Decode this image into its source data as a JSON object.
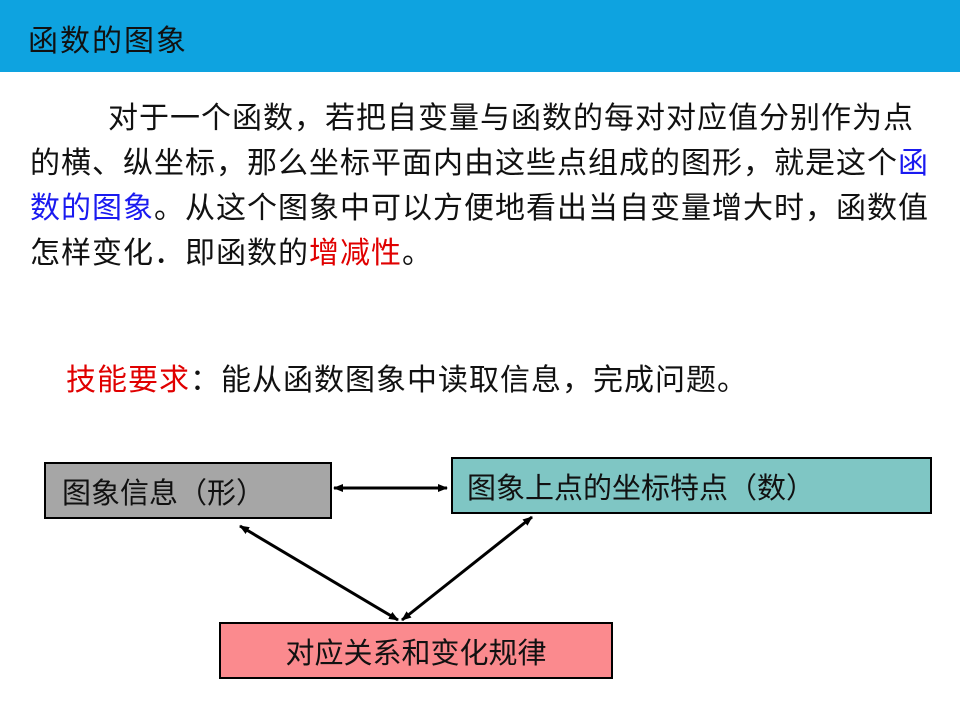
{
  "header": {
    "title": "函数的图象",
    "bar_color": "#0ea3e0"
  },
  "intro": {
    "text_before": "对于一个函数，若把自变量与函数的每对对应值分别作为点的横、纵坐标，那么坐标平面内由这些点组成的图形，就是这个",
    "highlight_blue": "函数的图象",
    "text_middle": "。从这个图象中可以方便地看出当自变量增大时，函数值怎样变化．即函数的",
    "highlight_red": "增减性",
    "text_end": "。"
  },
  "skill": {
    "label": "技能要求",
    "text": "：能从函数图象中读取信息，完成问题。"
  },
  "diagram": {
    "box_shape": "图象信息（形）",
    "box_numbers": "图象上点的坐标特点（数）",
    "box_rule": "对应关系和变化规律",
    "colors": {
      "shape_box": "#a6a6a6",
      "numbers_box": "#7fc6c4",
      "rule_box": "#fb8a8e"
    }
  }
}
